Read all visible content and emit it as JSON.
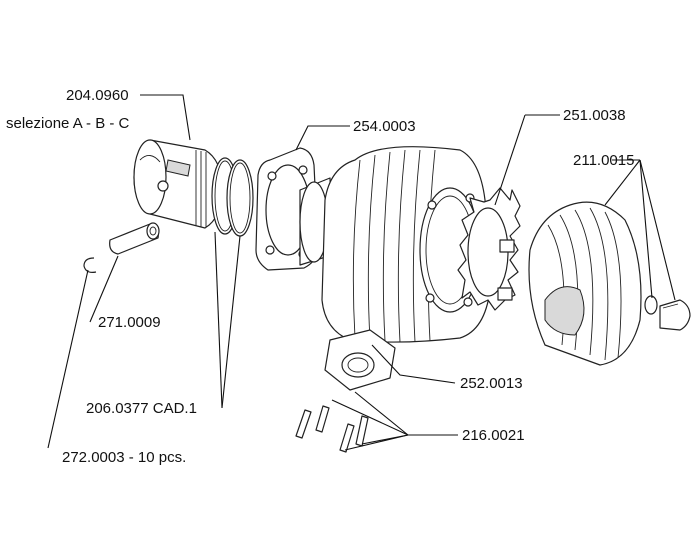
{
  "labels": {
    "piston": "204.0960",
    "piston_selection": "selezione A - B - C",
    "gasket_base": "254.0003",
    "gasket_head": "251.0038",
    "head_bolt": "211.0015",
    "pin": "271.0009",
    "rings": "206.0377 CAD.1",
    "clip": "272.0003 - 10 pcs.",
    "intake_gasket": "252.0013",
    "studs": "216.0021"
  }
}
